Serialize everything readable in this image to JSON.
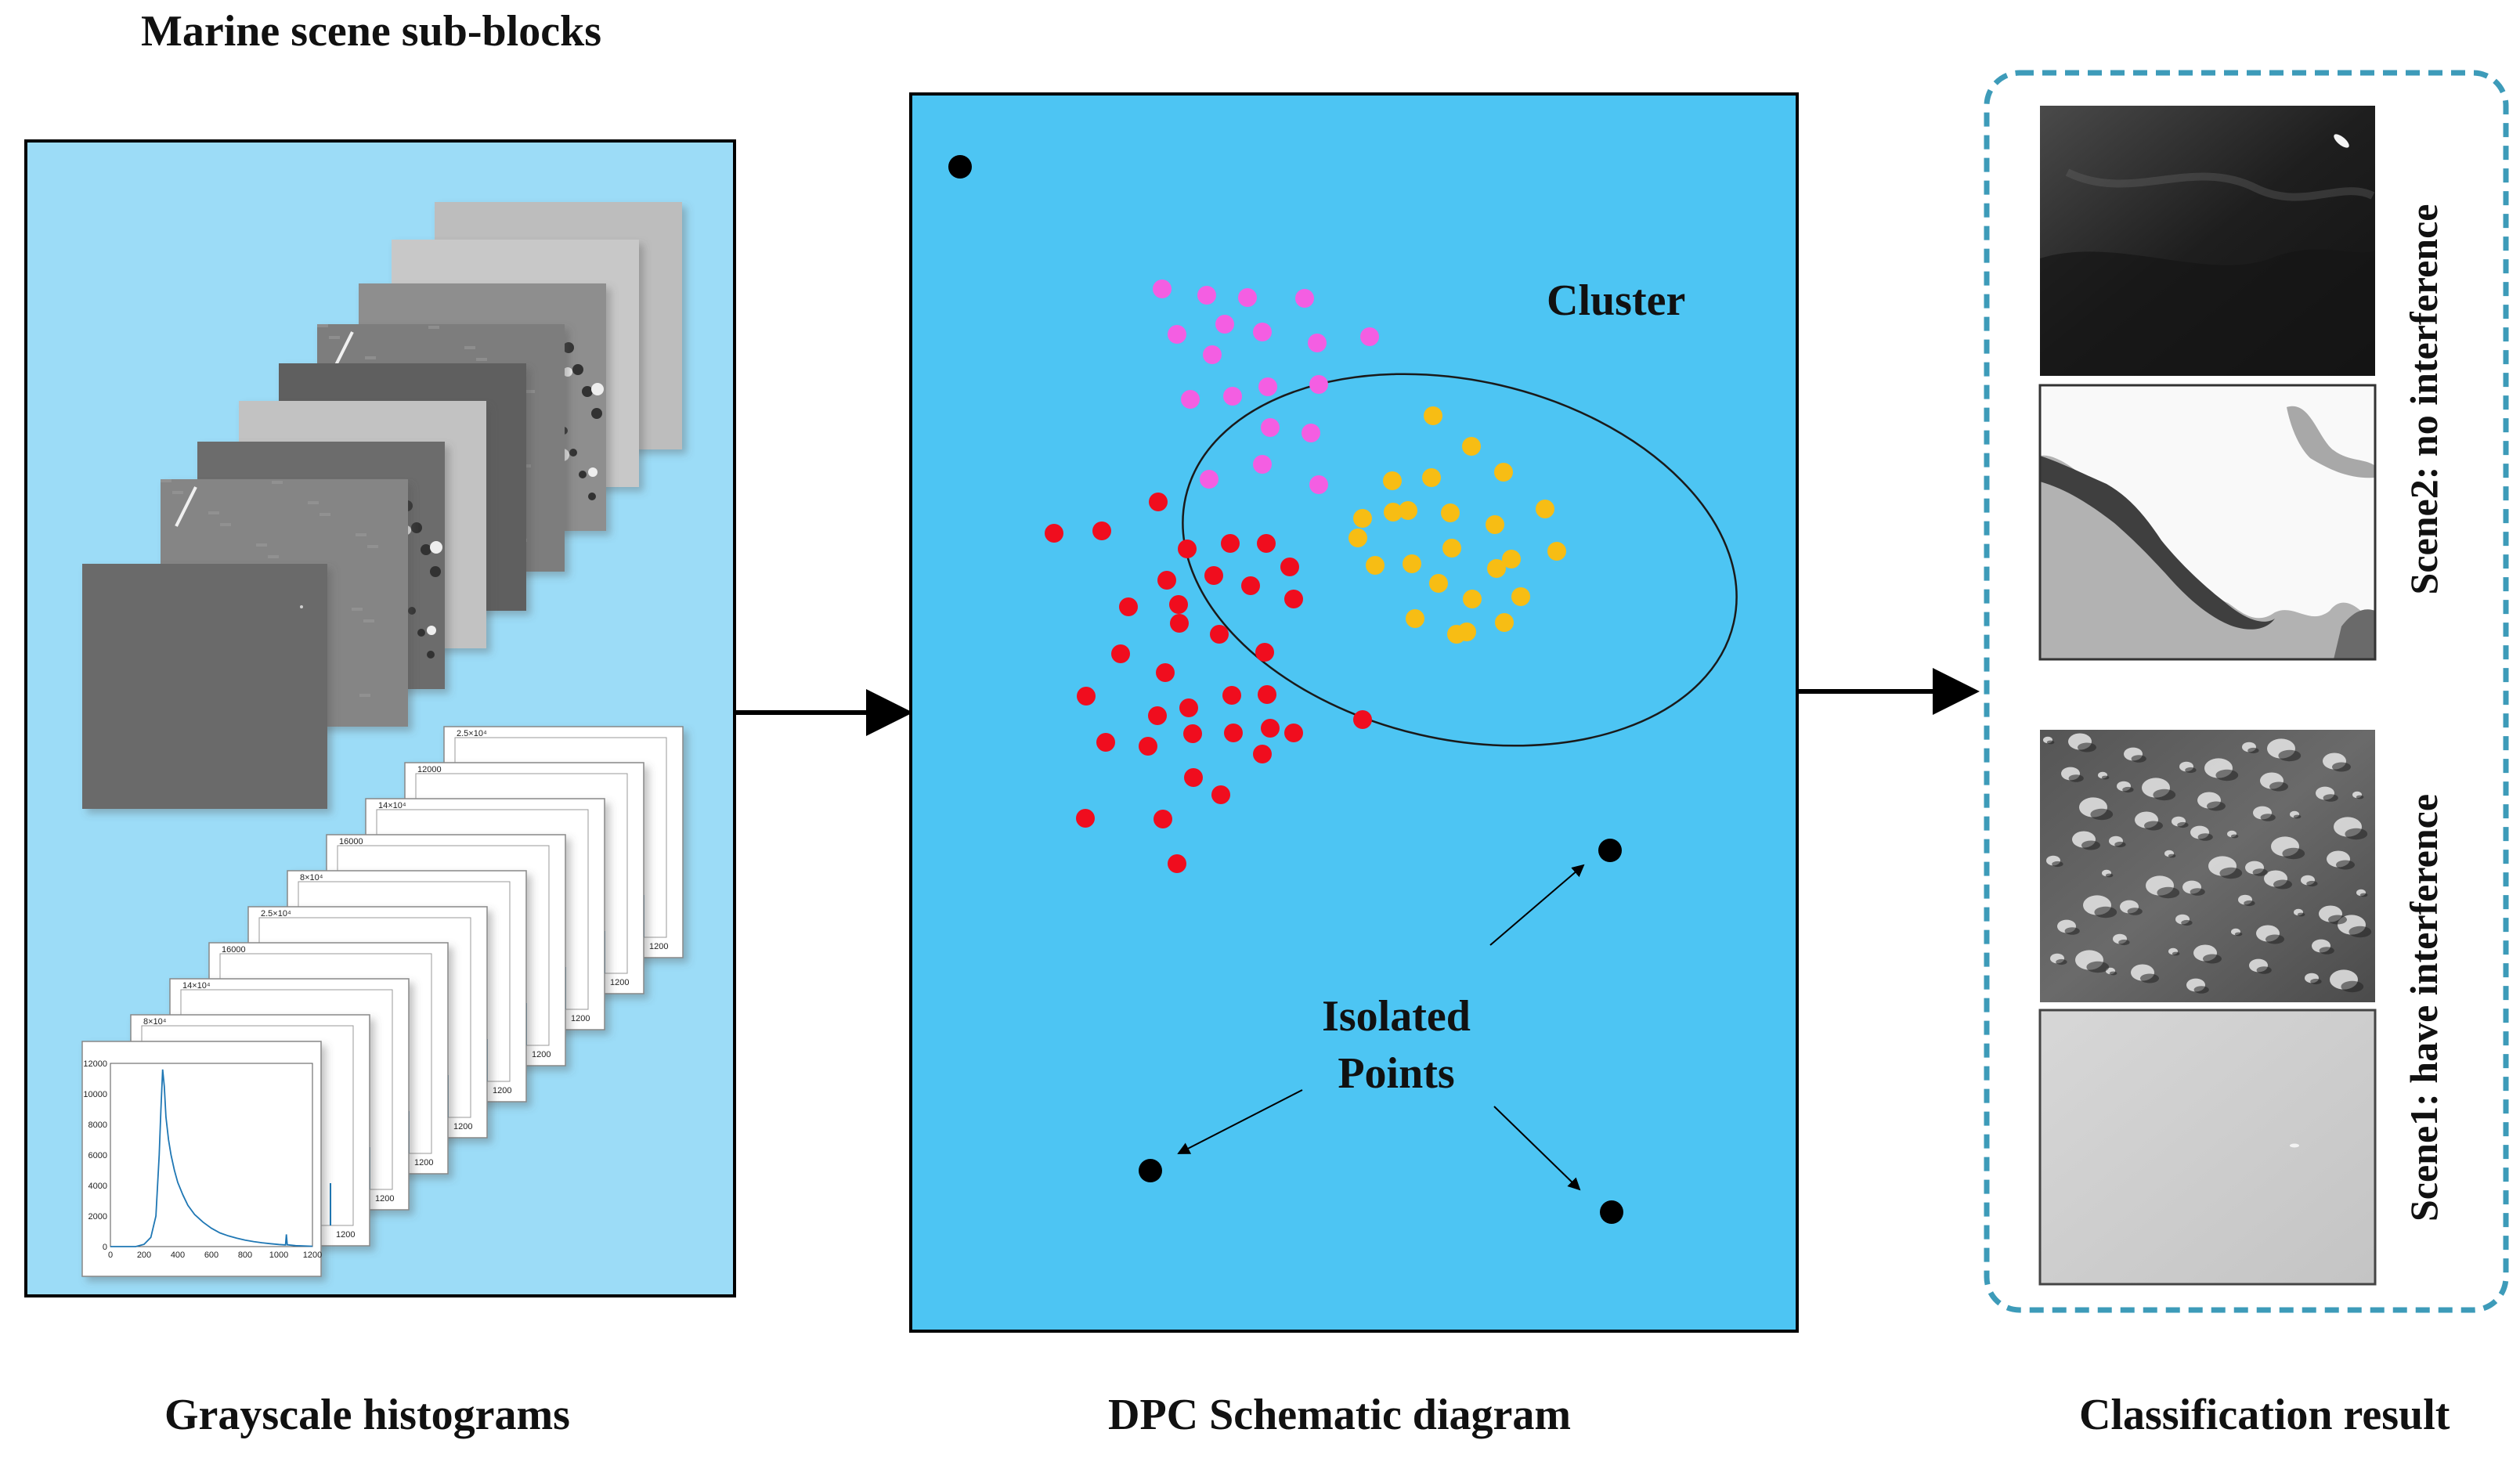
{
  "left_panel": {
    "title": "Marine scene sub-blocks",
    "caption": "Grayscale histograms",
    "block_tones": [
      "#bdbdbd",
      "#c8c8c8",
      "#8e8e8e",
      "#7d7d7d",
      "#5e5e5e",
      "#c2c2c2",
      "#6c6c6c",
      "#858585",
      "#6a6a6a"
    ],
    "histogram_labels": [
      "2.5×10⁴",
      "12000",
      "14×10⁴",
      "16000",
      "8×10⁴",
      "2.5×10⁴",
      "16000",
      "14×10⁴",
      "8×10⁴"
    ],
    "front_histogram": {
      "y_ticks": [
        "12000",
        "10000",
        "8000",
        "6000",
        "4000",
        "2000",
        "0"
      ],
      "x_ticks": [
        "0",
        "200",
        "400",
        "600",
        "800",
        "1000",
        "1200"
      ],
      "back_x_tick": "1200"
    }
  },
  "middle_panel": {
    "caption": "DPC Schematic diagram",
    "cluster_label": "Cluster",
    "isolated_label_line1": "Isolated",
    "isolated_label_line2": "Points",
    "colors": {
      "background": "#4dc5f3",
      "pink": "#f45ee2",
      "red": "#f00d1e",
      "yellow": "#f7bd14",
      "black": "#000000"
    }
  },
  "right_panel": {
    "caption": "Classification result",
    "scene2_label": "Scene2: no interference",
    "scene1_label": "Scene1: have interference",
    "border_color": "#3d9bb9"
  }
}
